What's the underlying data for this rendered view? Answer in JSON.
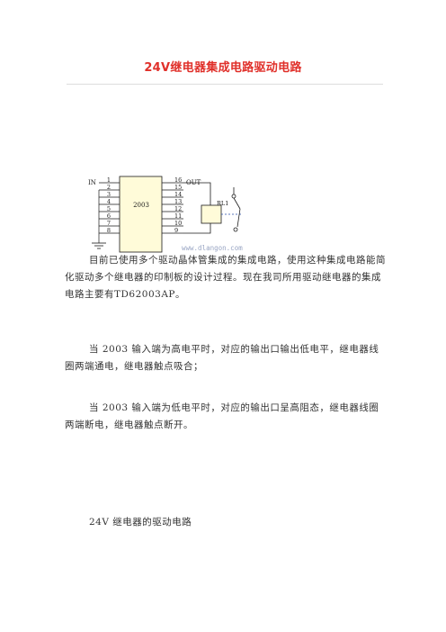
{
  "document": {
    "title": "24V继电器集成电路驱动电路",
    "paragraphs": [
      "目前已使用多个驱动晶体管集成的集成电路，使用这种集成电路能简化驱动多个继电器的印制板的设计过程。现在我司所用驱动继电器的集成电路主要有TD62003AP。",
      "当 2003 输入端为高电平时，对应的输出口输出低电平，继电器线圈两端通电，继电器触点吸合；",
      "当 2003 输入端为低电平时，对应的输出口呈高阻态，继电器线圈两端断电，继电器触点断开。",
      "24V 继电器的驱动电路"
    ]
  },
  "circuit": {
    "in_label": "IN",
    "out_label": "OUT",
    "ic_label": "2003",
    "relay_label": "RL1",
    "watermark": "www.dlangon.com",
    "left_pins": [
      "1",
      "2",
      "3",
      "4",
      "5",
      "6",
      "7",
      "8"
    ],
    "right_pins": [
      "16",
      "15",
      "14",
      "13",
      "12",
      "11",
      "10",
      "9"
    ],
    "colors": {
      "ic_fill": "#fffbd9",
      "relay_fill": "#fffbd9",
      "wire": "#1a1a1a",
      "dashed": "#2a4fa8",
      "watermark": "#9aa6c4"
    }
  }
}
